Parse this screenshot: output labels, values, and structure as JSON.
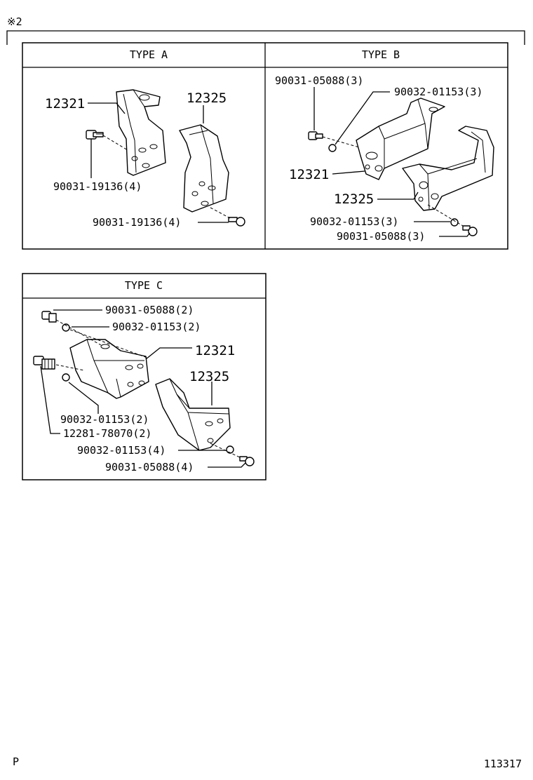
{
  "note_mark": "※2",
  "footer": {
    "left": "P",
    "right": "113317"
  },
  "type_a": {
    "header": "TYPE A",
    "labels": {
      "bracket_1": "12321",
      "bracket_2": "12325",
      "bolt_1": "90031-19136(4)",
      "bolt_2": "90031-19136(4)"
    }
  },
  "type_b": {
    "header": "TYPE B",
    "labels": {
      "bolt_top": "90031-05088(3)",
      "washer_top": "90032-01153(3)",
      "bracket_1": "12321",
      "bracket_2": "12325",
      "washer_bottom": "90032-01153(3)",
      "bolt_bottom": "90031-05088(3)"
    }
  },
  "type_c": {
    "header": "TYPE C",
    "labels": {
      "bolt_top": "90031-05088(2)",
      "washer_top": "90032-01153(2)",
      "bracket_1": "12321",
      "bracket_2": "12325",
      "washer_left": "90032-01153(2)",
      "stud": "12281-78070(2)",
      "washer_bottom": "90032-01153(4)",
      "bolt_bottom": "90031-05088(4)"
    }
  }
}
